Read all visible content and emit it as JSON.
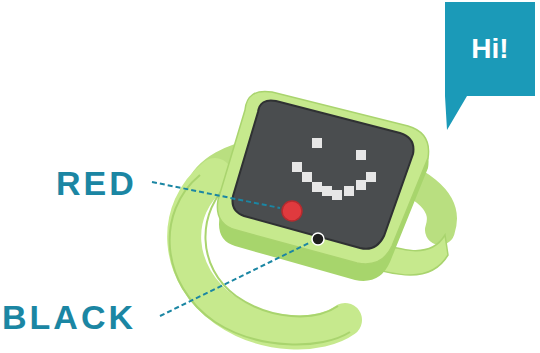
{
  "diagram": {
    "nodes": [
      {
        "text": [
          "Hi!"
        ]
      }
    ],
    "labels": [
      "RED",
      "BLACK"
    ]
  }
}
